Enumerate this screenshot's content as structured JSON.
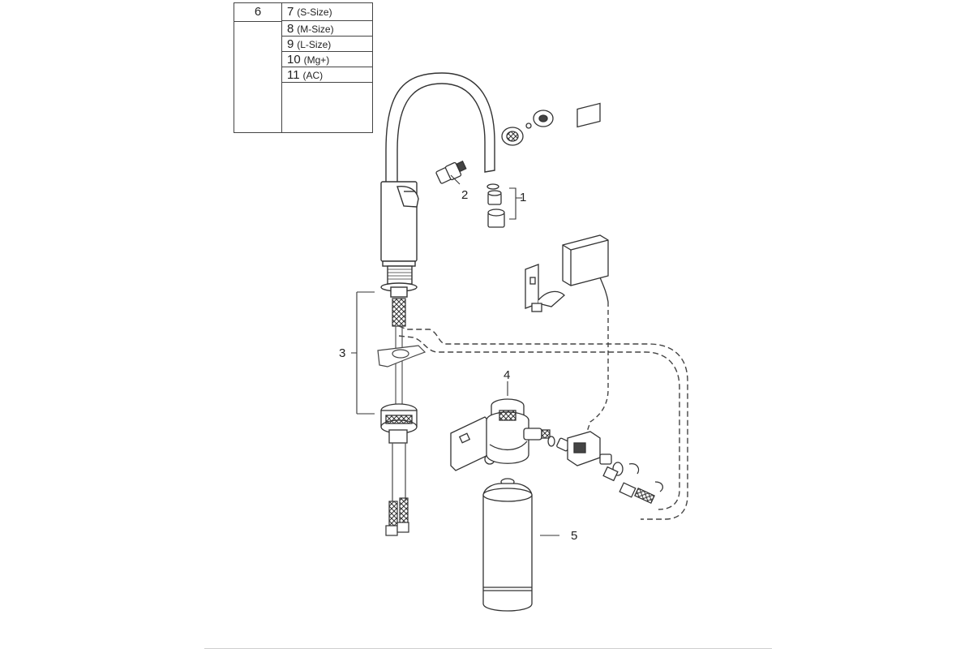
{
  "legend": {
    "left_header": "6",
    "rows": [
      {
        "num": "7",
        "size": "(S-Size)"
      },
      {
        "num": "8",
        "size": "(M-Size)"
      },
      {
        "num": "9",
        "size": "(L-Size)"
      },
      {
        "num": "10",
        "size": "(Mg+)"
      },
      {
        "num": "11",
        "size": "(AC)"
      }
    ]
  },
  "callouts": {
    "one": "1",
    "two": "2",
    "three": "3",
    "four": "4",
    "five": "5"
  }
}
